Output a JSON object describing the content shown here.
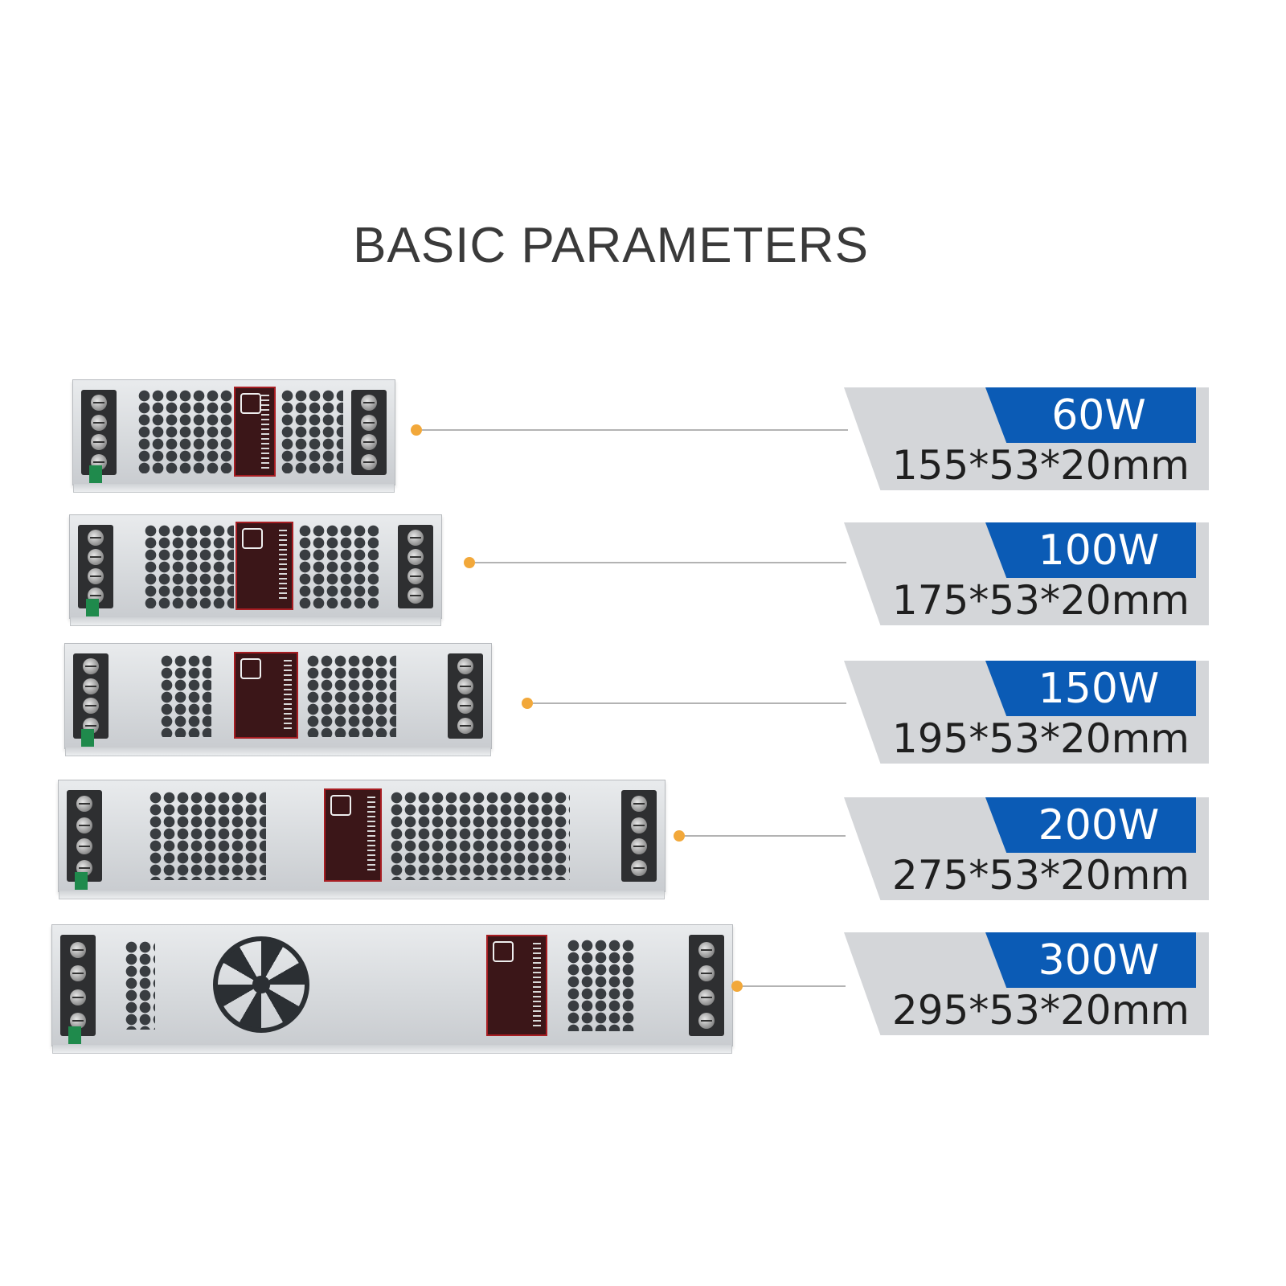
{
  "title": "BASIC PARAMETERS",
  "models": [
    {
      "power": "60W",
      "dimensions": "155*53*20mm"
    },
    {
      "power": "100W",
      "dimensions": "175*53*20mm"
    },
    {
      "power": "150W",
      "dimensions": "195*53*20mm"
    },
    {
      "power": "200W",
      "dimensions": "275*53*20mm"
    },
    {
      "power": "300W",
      "dimensions": "295*53*20mm"
    }
  ],
  "colors": {
    "tag_blue": "#0b5bb5",
    "card_gray": "#d4d6d9",
    "connector_dot": "#f2a83a",
    "label_red": "#a71d22"
  }
}
